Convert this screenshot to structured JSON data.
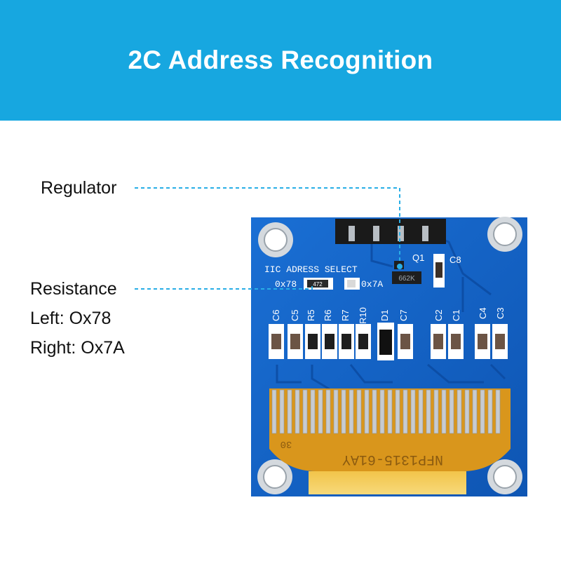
{
  "banner": {
    "title": "2C Address Recognition",
    "color": "#17a7e0"
  },
  "callouts": {
    "regulator": "Regulator",
    "resistance": "Resistance",
    "left": "Left: Ox78",
    "right": "Right: Ox7A",
    "leader_color": "#29aee6"
  },
  "board": {
    "silkscreen": {
      "select_label": "IIC ADRESS SELECT",
      "addr_left": "0x78",
      "addr_right": "0x7A",
      "q1": "Q1",
      "c8": "C8",
      "regulator_mark": "662K",
      "resistor_marking": "472",
      "components": [
        "C6",
        "C5",
        "R5",
        "R6",
        "R7",
        "R10",
        "D1",
        "C7",
        "C2",
        "C1",
        "C4",
        "C3"
      ],
      "flex_text": "NFP1315-61AY",
      "flex_num": "30"
    },
    "colors": {
      "pcb": "#1565c7",
      "flex": "#d9961c",
      "pins": "#1a1a1a"
    }
  }
}
